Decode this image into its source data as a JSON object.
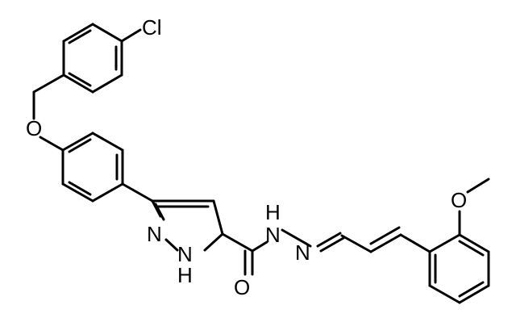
{
  "molecule": {
    "atom_labels": {
      "chlorine": "Cl",
      "ether_oxygen": "O",
      "methoxy_oxygen": "O",
      "pyrazole_n": "N",
      "pyrazole_nh_n": "N",
      "pyrazole_nh_h": "H",
      "hydrazide_nh_h": "H",
      "hydrazide_nh_n": "N",
      "imine_n": "N",
      "carbonyl_oxygen": "O"
    }
  }
}
